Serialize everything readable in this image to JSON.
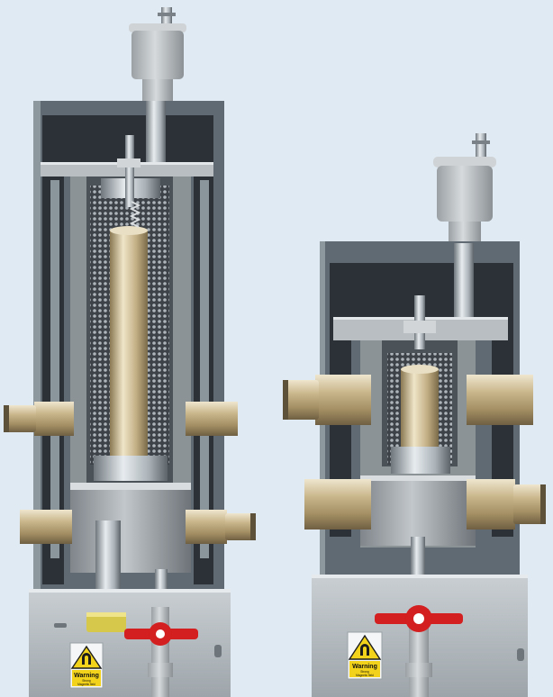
{
  "background_color": "#dfeaf3",
  "units": [
    {
      "id": "large-unit",
      "warning_label": {
        "title": "Warning",
        "line1": "Strong",
        "line2": "Magnetic field"
      }
    },
    {
      "id": "small-unit",
      "warning_label": {
        "title": "Warning",
        "line1": "Strong",
        "line2": "Magnetic field"
      }
    }
  ],
  "colors": {
    "housing": "#5f6a72",
    "housing_dark": "#2b3137",
    "brass": "#c7b48c",
    "steel": "#b9c0c6",
    "valve_red": "#d31f1f",
    "cap_yellow": "#d6c84a",
    "sign_yellow": "#f2d21a"
  }
}
